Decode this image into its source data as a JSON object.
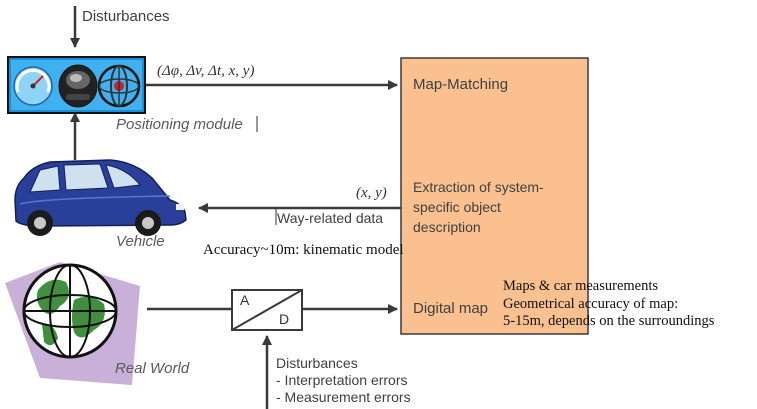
{
  "disturbances_top": "Disturbances",
  "positioning_module": {
    "signal_label": "(Δφ, Δv, Δt, x, y)",
    "caption": "Positioning module"
  },
  "vehicle": {
    "caption": "Vehicle",
    "coords_label": "(x, y)",
    "way_related_label": "Way-related data",
    "accuracy_note": "Accuracy~10m: kinematic model"
  },
  "real_world": {
    "caption": "Real World"
  },
  "ad_converter": {
    "a_label": "A",
    "d_label": "D"
  },
  "disturbances_bottom": {
    "title": "Disturbances",
    "items": [
      "- Interpretation errors",
      "- Measurement errors"
    ]
  },
  "processing_box": {
    "fill_color": "#FAC090",
    "map_matching": "Map-Matching",
    "extraction_lines": [
      "Extraction of system-",
      "specific object",
      "description"
    ],
    "digital_map": "Digital map"
  },
  "map_notes": {
    "lines": [
      "Maps & car measurements",
      "Geometrical accuracy of map:",
      "5-15m, depends on the surroundings"
    ]
  }
}
